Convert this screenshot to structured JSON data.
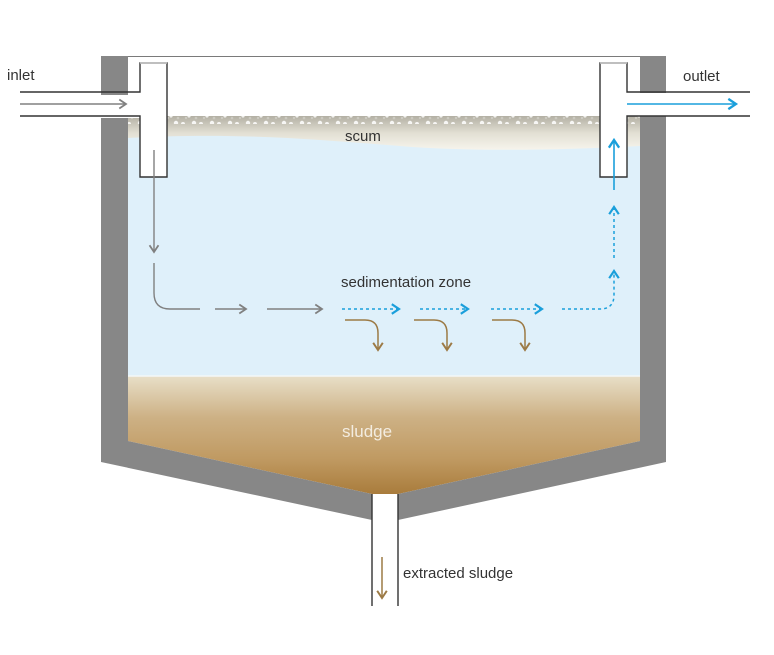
{
  "diagram": {
    "title": "Sedimentation tank",
    "labels": {
      "inlet": "inlet",
      "outlet": "outlet",
      "scum": "scum",
      "sedimentation_zone": "sedimentation zone",
      "sludge": "sludge",
      "extracted_sludge": "extracted sludge"
    },
    "colors": {
      "wall": "#878787",
      "water": "#dff0fa",
      "scum_top": "#b9b6aa",
      "scum_bottom": "#f4f2e9",
      "sludge_top": "#e6dcc4",
      "sludge_mid": "#c8a878",
      "sludge_bottom": "#ad8240",
      "flow_in": "#808080",
      "flow_out": "#1a9fdb",
      "settling": "#9c7a45",
      "pipe_outline": "#333333",
      "text": "#333333"
    },
    "flows": [
      {
        "name": "inlet-flow",
        "style": "solid",
        "color_key": "flow_in"
      },
      {
        "name": "sedimentation-flow",
        "style": "dashed-then-dotted",
        "color_key": "flow_out"
      },
      {
        "name": "settling-flow",
        "style": "curved-down",
        "color_key": "settling",
        "count": 3
      },
      {
        "name": "outlet-flow",
        "style": "solid",
        "color_key": "flow_out"
      },
      {
        "name": "extracted-sludge-flow",
        "style": "solid",
        "color_key": "settling"
      }
    ]
  }
}
